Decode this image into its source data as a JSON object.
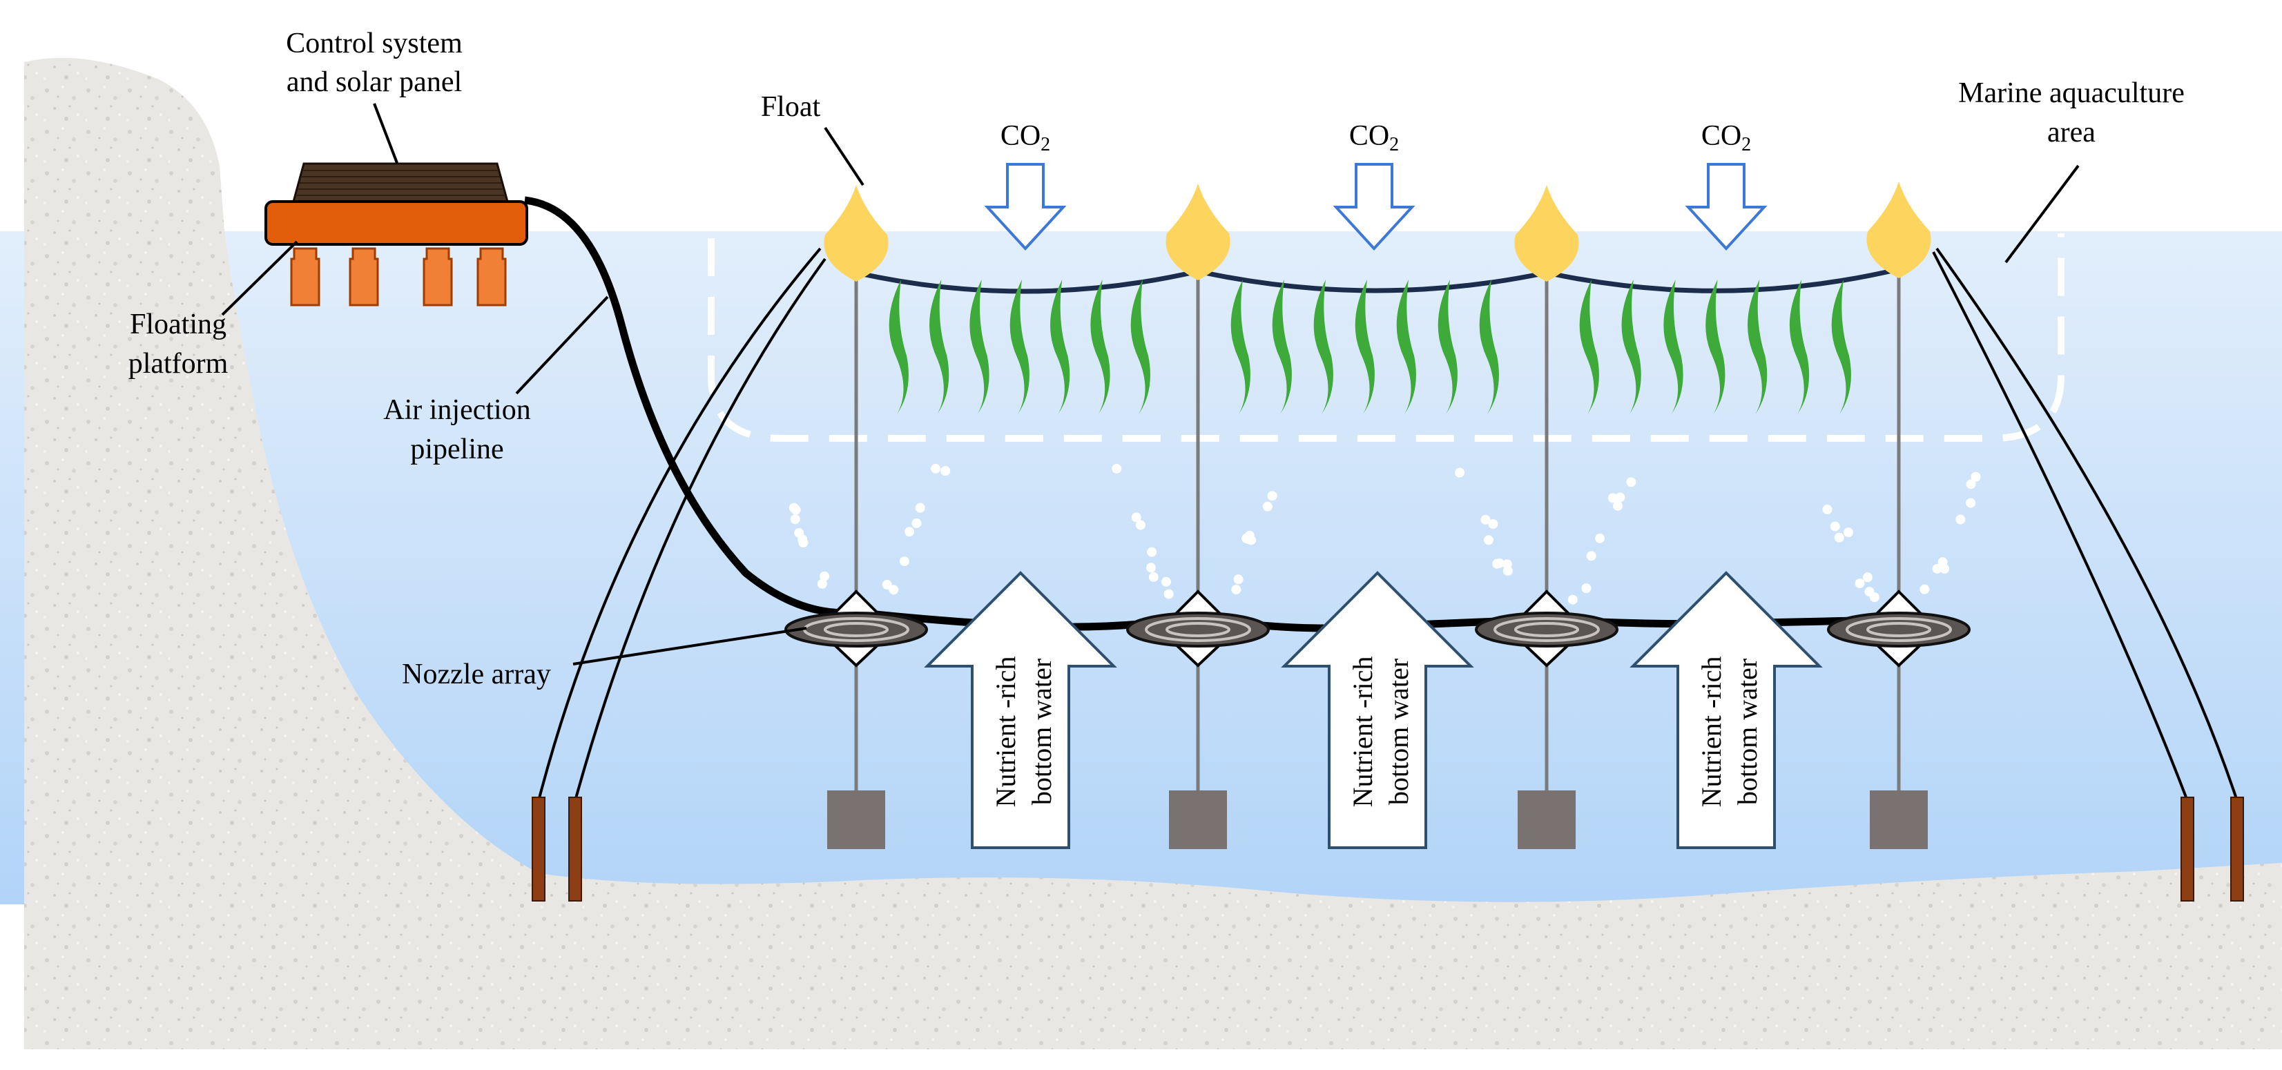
{
  "labels": {
    "control_system": [
      "Control system",
      "and",
      "solar panel"
    ],
    "floating_platform": [
      "Floating",
      "platform"
    ],
    "air_injection": [
      "Air injection",
      "pipeline"
    ],
    "float": "Float",
    "marine_area": [
      "Marine aquaculture",
      "area"
    ],
    "nozzle_array": "Nozzle array",
    "co2_base": "CO",
    "co2_sub": "2",
    "nutrient": [
      "Nutrient -rich",
      "bottom water"
    ]
  },
  "counts": {
    "float_units": 4,
    "co2_arrows": 3,
    "nutrient_arrows": 3,
    "kelp_per_bay": 7
  },
  "colors": {
    "sand": "#e9e7e4",
    "water_top": "#e2eefb",
    "water_bottom": "#b2d4f8",
    "float": "#fdd45e",
    "kelp": "#3eaa3a",
    "platform": "#e15d09",
    "panel": "#4a3424",
    "anchor": "#8e3e14",
    "weight": "#7a7271",
    "co2_arrow": "#3c78d8",
    "nutrient_arrow": "#2f4f6f",
    "rope": "#1c2c4c"
  }
}
